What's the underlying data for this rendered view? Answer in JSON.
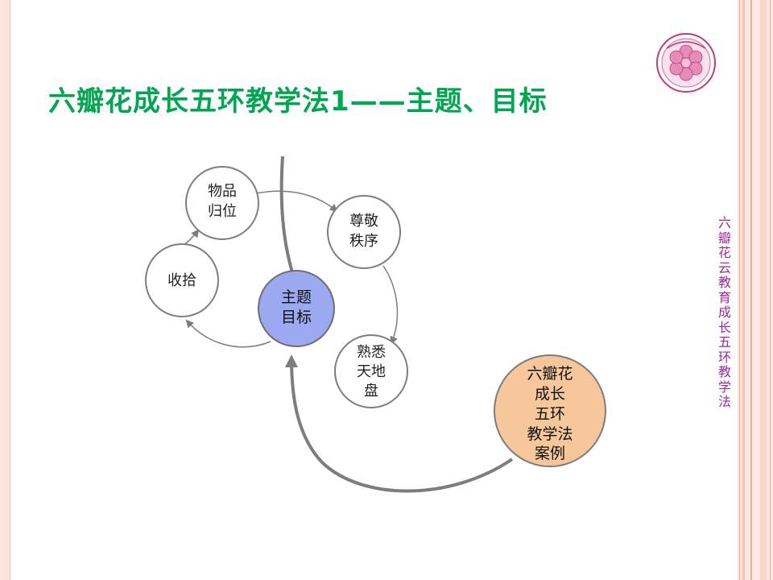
{
  "slide": {
    "title": "六瓣花成长五环教学法1——主题、目标",
    "side_caption_chars": [
      "六",
      "瓣",
      "花",
      "云",
      "教",
      "育",
      "成",
      "长",
      "五",
      "环",
      "教",
      "学",
      "法"
    ]
  },
  "diagram": {
    "center": {
      "lines": [
        "主题",
        "目标"
      ]
    },
    "nodes": [
      {
        "id": "wupin",
        "lines": [
          "物品",
          "归位"
        ]
      },
      {
        "id": "zunjing",
        "lines": [
          "尊敬",
          "秩序"
        ]
      },
      {
        "id": "shuxi",
        "lines": [
          "熟悉",
          "天地",
          "盘"
        ]
      },
      {
        "id": "shoushi",
        "lines": [
          "收拾"
        ]
      }
    ],
    "case": {
      "lines": [
        "六瓣花",
        "成长",
        "五环",
        "教学法",
        "案例"
      ]
    }
  },
  "colors": {
    "title_green": "#00a650",
    "side_purple": "#9b2a9e",
    "center_fill": "#9aa9f0",
    "case_fill": "#f7c79c",
    "arrow_gray": "#7d7d7d",
    "band_pink": "#fde9e2"
  },
  "logo": {
    "icon": "flower-logo-icon"
  }
}
